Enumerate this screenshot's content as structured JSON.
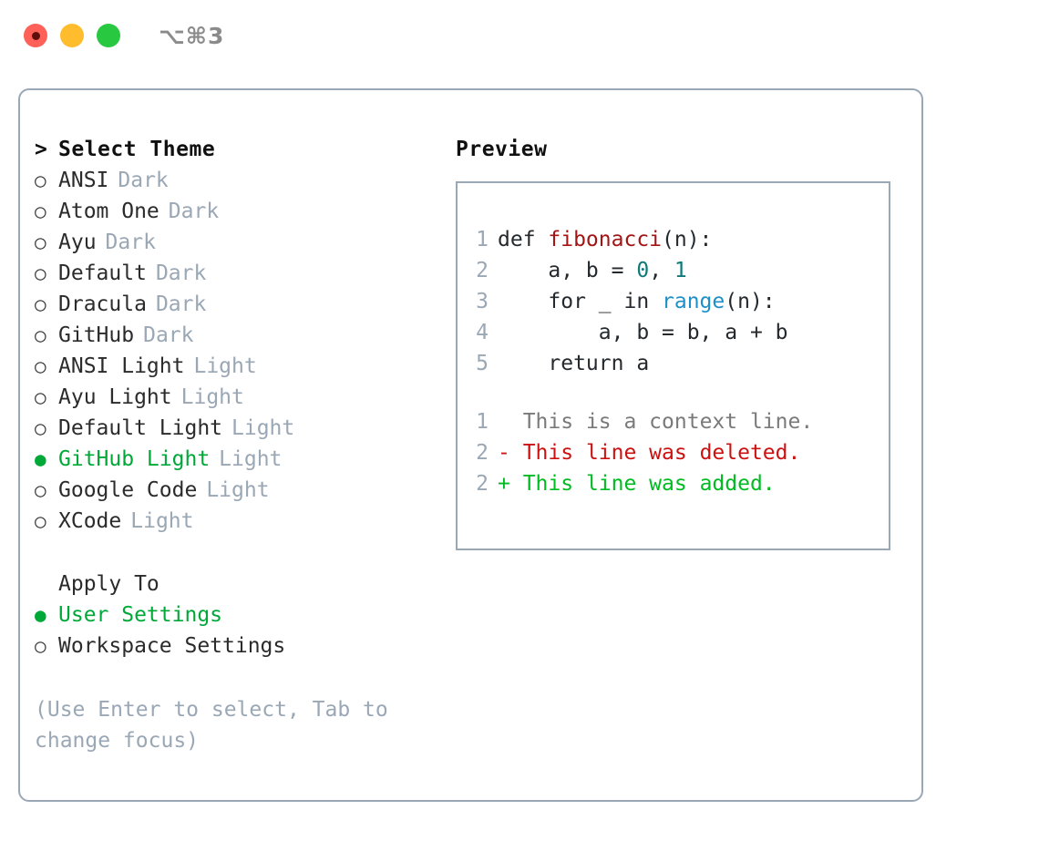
{
  "titlebar": {
    "shortcut": "⌥⌘3",
    "lights": [
      {
        "name": "close",
        "color": "#ff6057"
      },
      {
        "name": "minimize",
        "color": "#ffbd2e"
      },
      {
        "name": "maximize",
        "color": "#28c840"
      }
    ]
  },
  "colors": {
    "border": "#9aa7b5",
    "selected_green": "#00a838",
    "muted": "#9aa7b5",
    "text": "#2b2b2b",
    "fn_red": "#a31515",
    "num_teal": "#0d7a7a",
    "call_blue": "#1f8fc7",
    "diff_add": "#00bb22",
    "diff_del": "#cc1111",
    "diff_ctx": "#7a7a7a"
  },
  "theme_list": {
    "caret": ">",
    "header": "Select Theme",
    "bullet_unselected": "○",
    "bullet_selected": "●",
    "items": [
      {
        "name": "ANSI",
        "tag": "Dark",
        "selected": false
      },
      {
        "name": "Atom One",
        "tag": "Dark",
        "selected": false
      },
      {
        "name": "Ayu",
        "tag": "Dark",
        "selected": false
      },
      {
        "name": "Default",
        "tag": "Dark",
        "selected": false
      },
      {
        "name": "Dracula",
        "tag": "Dark",
        "selected": false
      },
      {
        "name": "GitHub",
        "tag": "Dark",
        "selected": false
      },
      {
        "name": "ANSI Light",
        "tag": "Light",
        "selected": false
      },
      {
        "name": "Ayu Light",
        "tag": "Light",
        "selected": false
      },
      {
        "name": "Default Light",
        "tag": "Light",
        "selected": false
      },
      {
        "name": "GitHub Light",
        "tag": "Light",
        "selected": true
      },
      {
        "name": "Google Code",
        "tag": "Light",
        "selected": false
      },
      {
        "name": "XCode",
        "tag": "Light",
        "selected": false
      }
    ]
  },
  "apply_to": {
    "heading": "Apply To",
    "options": [
      {
        "name": "User Settings",
        "selected": true
      },
      {
        "name": "Workspace Settings",
        "selected": false
      }
    ]
  },
  "hint": "(Use Enter to select, Tab to change focus)",
  "preview": {
    "title": "Preview",
    "code_lines": [
      {
        "no": "1",
        "segments": [
          {
            "text": "def ",
            "type": "plain"
          },
          {
            "text": "fibonacci",
            "type": "fn"
          },
          {
            "text": "(n):",
            "type": "plain"
          }
        ]
      },
      {
        "no": "2",
        "segments": [
          {
            "text": "    a, b = ",
            "type": "plain"
          },
          {
            "text": "0",
            "type": "num"
          },
          {
            "text": ", ",
            "type": "plain"
          },
          {
            "text": "1",
            "type": "num"
          }
        ]
      },
      {
        "no": "3",
        "segments": [
          {
            "text": "    for _ in ",
            "type": "plain"
          },
          {
            "text": "range",
            "type": "call"
          },
          {
            "text": "(n):",
            "type": "plain"
          }
        ]
      },
      {
        "no": "4",
        "segments": [
          {
            "text": "        a, b = b, a + b",
            "type": "plain"
          }
        ]
      },
      {
        "no": "5",
        "segments": [
          {
            "text": "    return a",
            "type": "plain"
          }
        ]
      }
    ],
    "diff_lines": [
      {
        "no": "1",
        "marker": "  ",
        "text": "This is a context line.",
        "kind": "ctx"
      },
      {
        "no": "2",
        "marker": "- ",
        "text": "This line was deleted.",
        "kind": "del"
      },
      {
        "no": "2",
        "marker": "+ ",
        "text": "This line was added.",
        "kind": "add"
      }
    ]
  }
}
